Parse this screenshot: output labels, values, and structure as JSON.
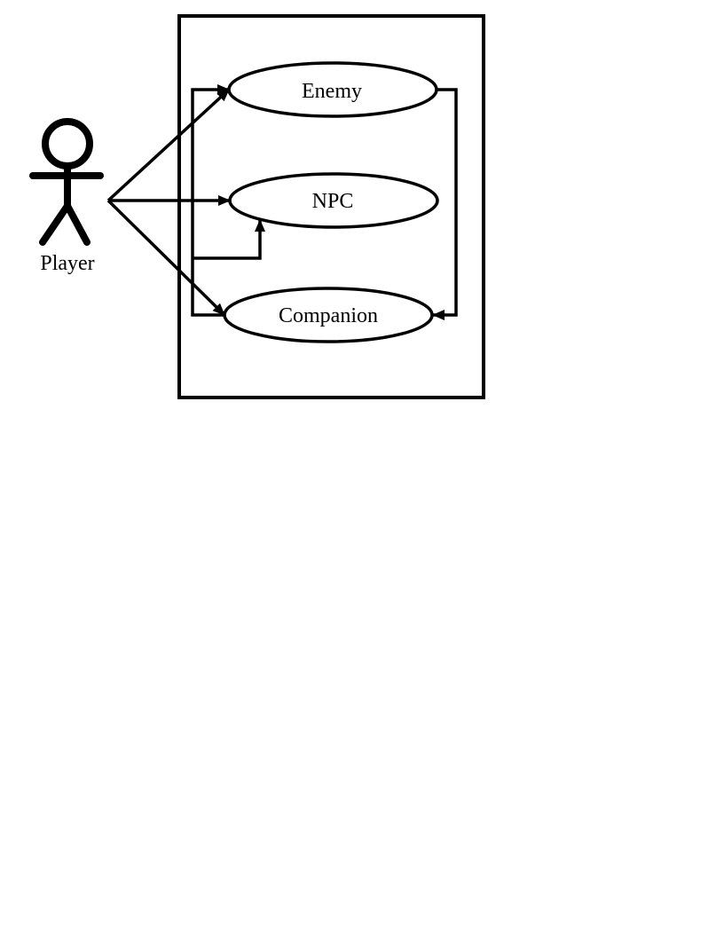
{
  "actor": {
    "name": "Player",
    "icon": "stick-figure-icon"
  },
  "use_cases": [
    {
      "label": "Enemy"
    },
    {
      "label": "NPC"
    },
    {
      "label": "Companion"
    }
  ],
  "colors": {
    "stroke": "#000000",
    "background": "#ffffff"
  }
}
